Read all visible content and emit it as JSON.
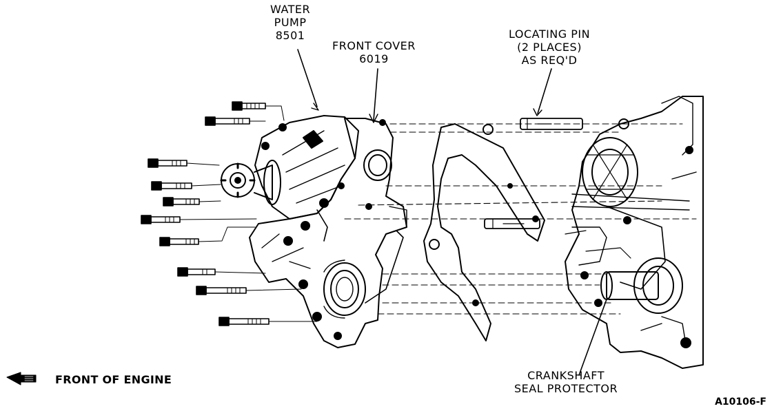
{
  "labels": {
    "water_pump": [
      "WATER",
      "PUMP",
      "8501"
    ],
    "front_cover": [
      "FRONT COVER",
      "6019"
    ],
    "locating_pin": [
      "LOCATING PIN",
      "(2 PLACES)",
      "AS REQ'D"
    ],
    "crankshaft": [
      "CRANKSHAFT",
      "SEAL PROTECTOR"
    ]
  },
  "legend": {
    "front_of_engine": "FRONT OF ENGINE",
    "icon": "front-arrow-icon"
  },
  "figure_id": "A10106-F"
}
